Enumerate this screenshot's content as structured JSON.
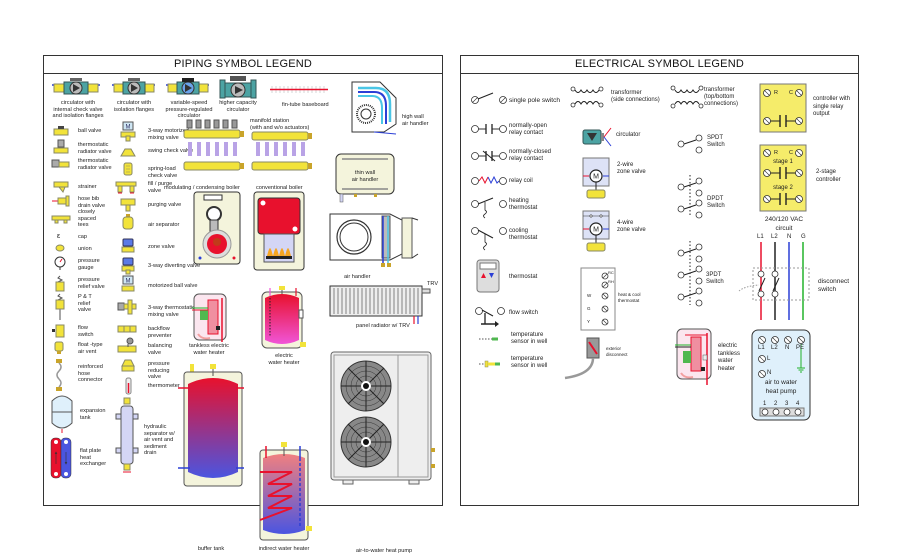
{
  "piping": {
    "title": "PIPING SYMBOL LEGEND",
    "labels": {
      "circ_check": "circulator with\ninternal check valve\nand isolation flanges",
      "circ_flanges": "circulator with\nisolation flanges",
      "circ_varspeed": "variable-speed\npressure-regulated\ncirculator",
      "circ_higher": "higher capacity\ncirculator",
      "fin_tube": "fin-tube baseboard",
      "high_wall": "high wall\nair handler",
      "ball_valve": "ball valve",
      "trv1": "thermostatic\nradiator valve",
      "trv2": "thermostatic\nradiator valve",
      "strainer": "strainer",
      "hose_bib": "hose bib\ndrain valve",
      "closely_spaced": "closely\nspaced\ntees",
      "cap": "cap",
      "union": "union",
      "pressure_gauge": "pressure\ngauge",
      "prv": "pressure\nrelief valve",
      "pt_relief": "P & T\nrelief\nvalve",
      "flow_switch": "flow\nswitch",
      "float_vent": "float -type\nair vent",
      "hose_connector": "reinforced\nhose\nconnector",
      "expansion_tank": "expansion\ntank",
      "flat_plate": "flat plate\nheat\nexchanger",
      "mixing_3way_motor": "3-way motorized\nmixing valve",
      "swing_check": "swing check valve",
      "spring_check": "spring-load\ncheck valve",
      "fill_purge": "fill / purge\nvalve",
      "purging_valve": "purging valve",
      "air_separator": "air separator",
      "zone_valve": "zone valve",
      "diverting_3way": "3-way diverting valve",
      "motor_ball": "motorized ball valve",
      "thermo_mixing": "3-way thermostatic\nmixing valve",
      "backflow": "backflow\npreventer",
      "balancing": "balancing\nvalve",
      "pressure_reducing": "pressure\nreducing\nvalve",
      "thermometer": "thermometer",
      "hydraulic_sep": "hydraulic\nseparator w/\nair vent and\nsediment\ndrain",
      "manifold": "manifold station\n(with and w/o actuators)",
      "mod_boiler": "modulating / condensing boiler",
      "conv_boiler": "conventional boiler",
      "thin_wall": "thin wall\nair handler",
      "air_handler": "air handler",
      "trv_tag": "TRV",
      "panel_radiator": "panel radiator w/ TRV",
      "tankless_electric": "tankless electric\nwater heater",
      "electric_wh": "electric\nwater heater",
      "buffer_tank": "buffer tank",
      "indirect_wh": "indirect water heater",
      "heat_pump": "air-to-water heat pump"
    }
  },
  "electrical": {
    "title": "ELECTRICAL SYMBOL LEGEND",
    "labels": {
      "single_pole": "single pole switch",
      "no_relay": "normally-open\nrelay contact",
      "nc_relay": "normally-closed\nrelay contact",
      "relay_coil": "relay coil",
      "heating_tstat": "heating\nthermostat",
      "cooling_tstat": "cooling\nthermostat",
      "thermostat": "thermostat",
      "flow_switch": "flow switch",
      "temp_sensor1": "temperature\nsensor in well",
      "temp_sensor2": "temperature\nsensor in well",
      "transformer_side": "transformer\n(side connections)",
      "circulator": "circulator",
      "zone_2wire": "2-wire\nzone valve",
      "zone_4wire": "4-wire\nzone valve",
      "heat_cool_tstat": "heat & cool\nthermostat",
      "exterior_disconnect": "exterior\ndisconnect",
      "transformer_tb": "transformer\n(top/bottom\nconnections)",
      "spdt": "SPDT\nSwitch",
      "dpdt": "DPDT\nSwitch",
      "3pdt": "3PDT\nSwitch",
      "electric_tankless": "electric\ntankless\nwater\nheater",
      "controller_single": "controller with\nsingle relay\noutput",
      "controller_2stage": "2-stage\ncontroller",
      "stage1": "stage 1",
      "stage2": "stage 2",
      "circuit_title": "240/120 VAC\ncircuit",
      "disconnect_switch": "disconnect\nswitch",
      "heat_pump_box": "air to water\nheat pump",
      "terminal_R": "R",
      "terminal_C": "C",
      "wire_L1": "L1",
      "wire_L2": "L2",
      "wire_N": "N",
      "wire_G": "G",
      "hp_L1": "L1",
      "hp_L2": "L2",
      "hp_N": "N",
      "hp_PE": "PE",
      "hp_L": "L",
      "hp_N2": "N",
      "hp_t1": "1",
      "hp_t2": "2",
      "hp_t3": "3",
      "hp_t4": "4",
      "tstat_RC": "RC",
      "tstat_RH": "RH",
      "tstat_W": "W",
      "tstat_G": "G",
      "tstat_Y": "Y",
      "motor_M": "M"
    }
  },
  "colors": {
    "hot": "#e8112d",
    "cold": "#2b3fd6",
    "brass": "#f2e33a",
    "controller_bg": "#f5ec6a",
    "heat_pump_bg": "#dff0fb",
    "ground": "#22b22a"
  }
}
